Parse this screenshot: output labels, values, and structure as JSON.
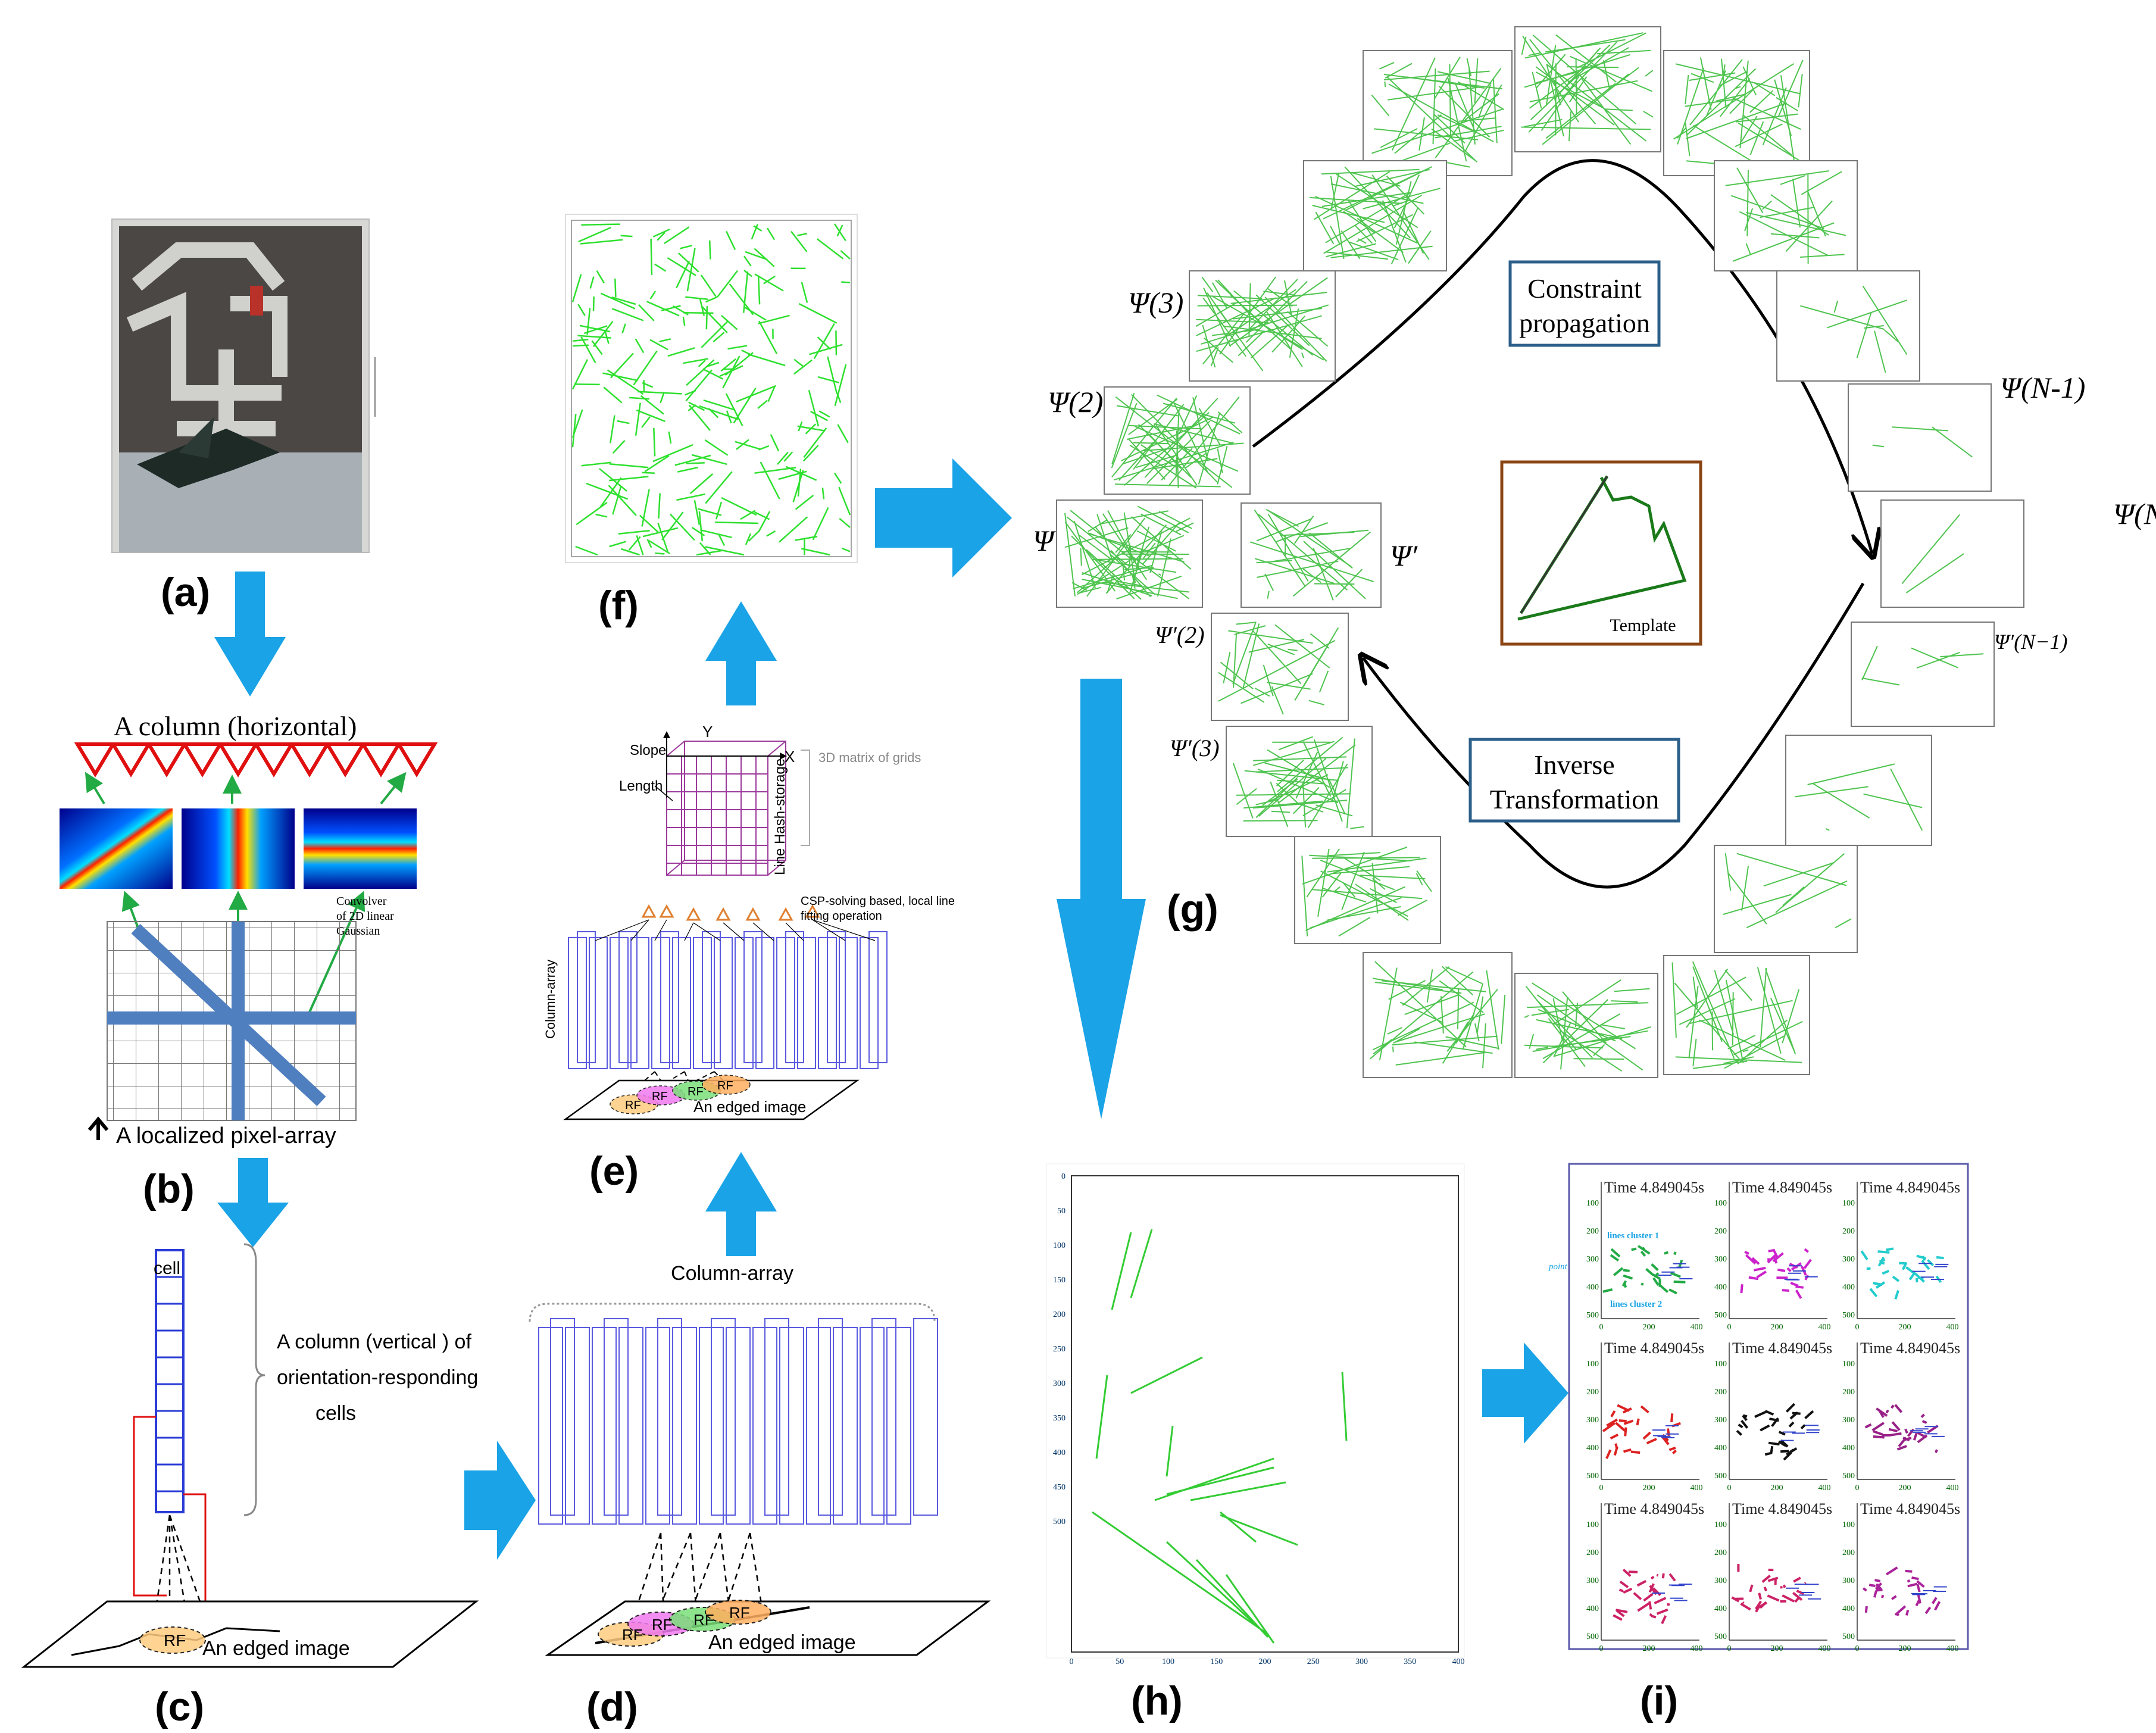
{
  "labels": {
    "a": "(a)",
    "b": "(b)",
    "c": "(c)",
    "d": "(d)",
    "e": "(e)",
    "f": "(f)",
    "g": "(g)",
    "h": "(h)",
    "i": "(i)"
  },
  "panel_b": {
    "title": "A column (horizontal)",
    "convolver_line1": "Convolver",
    "convolver_line2": "of 2D linear",
    "convolver_line3": "Gaussian",
    "pixel_array": "A localized pixel-array"
  },
  "panel_c": {
    "cell": "cell",
    "col_line1": "A column (vertical ) of",
    "col_line2": "orientation-responding",
    "col_line3": "cells",
    "rf": "RF",
    "edged": "An edged image"
  },
  "panel_d": {
    "column_array": "Column-array",
    "rf": "RF",
    "edged": "An edged image"
  },
  "panel_e": {
    "y": "Y",
    "x": "X",
    "slope": "Slope",
    "length": "Length",
    "matrix": "3D matrix of grids",
    "hash": "Line Hash-storage",
    "csp1": "CSP-solving based, local line",
    "csp2": "fitting operation",
    "column_array": "Column-array",
    "rf": "RF",
    "edged": "An edged image"
  },
  "panel_g": {
    "constraint1": "Constraint",
    "constraint2": "propagation",
    "inverse1": "Inverse",
    "inverse2": "Transformation",
    "template": "Template",
    "psi": "Ψ",
    "psi2": "Ψ(2)",
    "psi3": "Ψ(3)",
    "psiN1": "Ψ(N-1)",
    "psiN": "Ψ(N)",
    "psip": "Ψ′",
    "psip2": "Ψ′(2)",
    "psip3": "Ψ′(3)",
    "psipN1": "Ψ′(N−1)"
  },
  "panel_h": {
    "xticks": [
      "0",
      "50",
      "100",
      "150",
      "200",
      "250",
      "300",
      "350",
      "400"
    ],
    "yticks": [
      "0",
      "50",
      "100",
      "150",
      "200",
      "250",
      "300",
      "350",
      "400",
      "450",
      "500"
    ]
  },
  "panel_i": {
    "time": "Time 4.849045s",
    "cluster1": "lines cluster 1",
    "cluster2": "lines cluster 2",
    "point": "point",
    "xticks": [
      "0",
      "200",
      "400"
    ],
    "yticks": [
      "100",
      "200",
      "300",
      "400",
      "500"
    ]
  },
  "colors": {
    "arrow": "#1aa3e6",
    "green_line": "#33cc33",
    "red": "#e02020",
    "blue_grid": "#2a3bd6",
    "purple": "#9c3a9c",
    "box_border": "#2c5f8a",
    "template_border": "#8b4513"
  }
}
